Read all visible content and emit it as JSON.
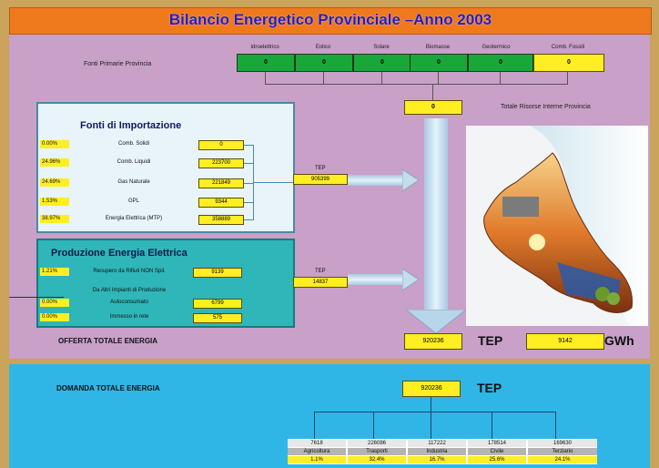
{
  "title": "Bilancio Energetico Provinciale –Anno 2003",
  "fonti_primarie": {
    "label": "Fonti Primarie Provincia",
    "headers": [
      "Idroelettrico",
      "Eolico",
      "Solare",
      "Biomasse",
      "Geotermico",
      "Comb. Fossili"
    ],
    "values": [
      "0",
      "0",
      "0",
      "0",
      "0",
      "0"
    ],
    "total": "0"
  },
  "totale_risorse_label": "Totale Risorse Interne Provincia",
  "importazione": {
    "title": "Fonti di Importazione",
    "rows": [
      {
        "pct": "0.00%",
        "label": "Comb. Solidi",
        "value": "0"
      },
      {
        "pct": "24.96%",
        "label": "Comb. Liquidi",
        "value": "223700"
      },
      {
        "pct": "24.69%",
        "label": "Gas Naturale",
        "value": "221849"
      },
      {
        "pct": "1.53%",
        "label": "GPL",
        "value": "9344"
      },
      {
        "pct": "38.97%",
        "label": "Energia Elettrica (MTP)",
        "value": "358889"
      }
    ],
    "tep_label": "TEP",
    "tep_value": "905399"
  },
  "produzione": {
    "title": "Produzione Energia Elettrica",
    "rows": [
      {
        "pct": "1.21%",
        "label": "Recupero da Rifiuti NON Spil.",
        "value": "9139"
      },
      {
        "pct": "",
        "label": "Da Altri Impianti di Produzione",
        "value": ""
      },
      {
        "pct": "0.00%",
        "label": "Autoconsumato",
        "value": "6799"
      },
      {
        "pct": "0.00%",
        "label": "Immesso in rete",
        "value": "575"
      }
    ],
    "tep_label": "TEP",
    "tep_value": "14837"
  },
  "offerta": {
    "label": "OFFERTA TOTALE ENERGIA",
    "tep_value": "920236",
    "tep_unit": "TEP",
    "gwh_value": "9142",
    "gwh_unit": "GWh"
  },
  "domanda": {
    "label": "DOMANDA TOTALE ENERGIA",
    "value": "920236",
    "unit": "TEP",
    "sectors": [
      {
        "value": "7618",
        "name": "Agricoltura",
        "pct": "1.1%"
      },
      {
        "value": "226086",
        "name": "Trasporti",
        "pct": "32.4%"
      },
      {
        "value": "117222",
        "name": "Industria",
        "pct": "16.7%"
      },
      {
        "value": "178514",
        "name": "Civile",
        "pct": "25.6%"
      },
      {
        "value": "169630",
        "name": "Terziario",
        "pct": "24.1%"
      }
    ]
  }
}
